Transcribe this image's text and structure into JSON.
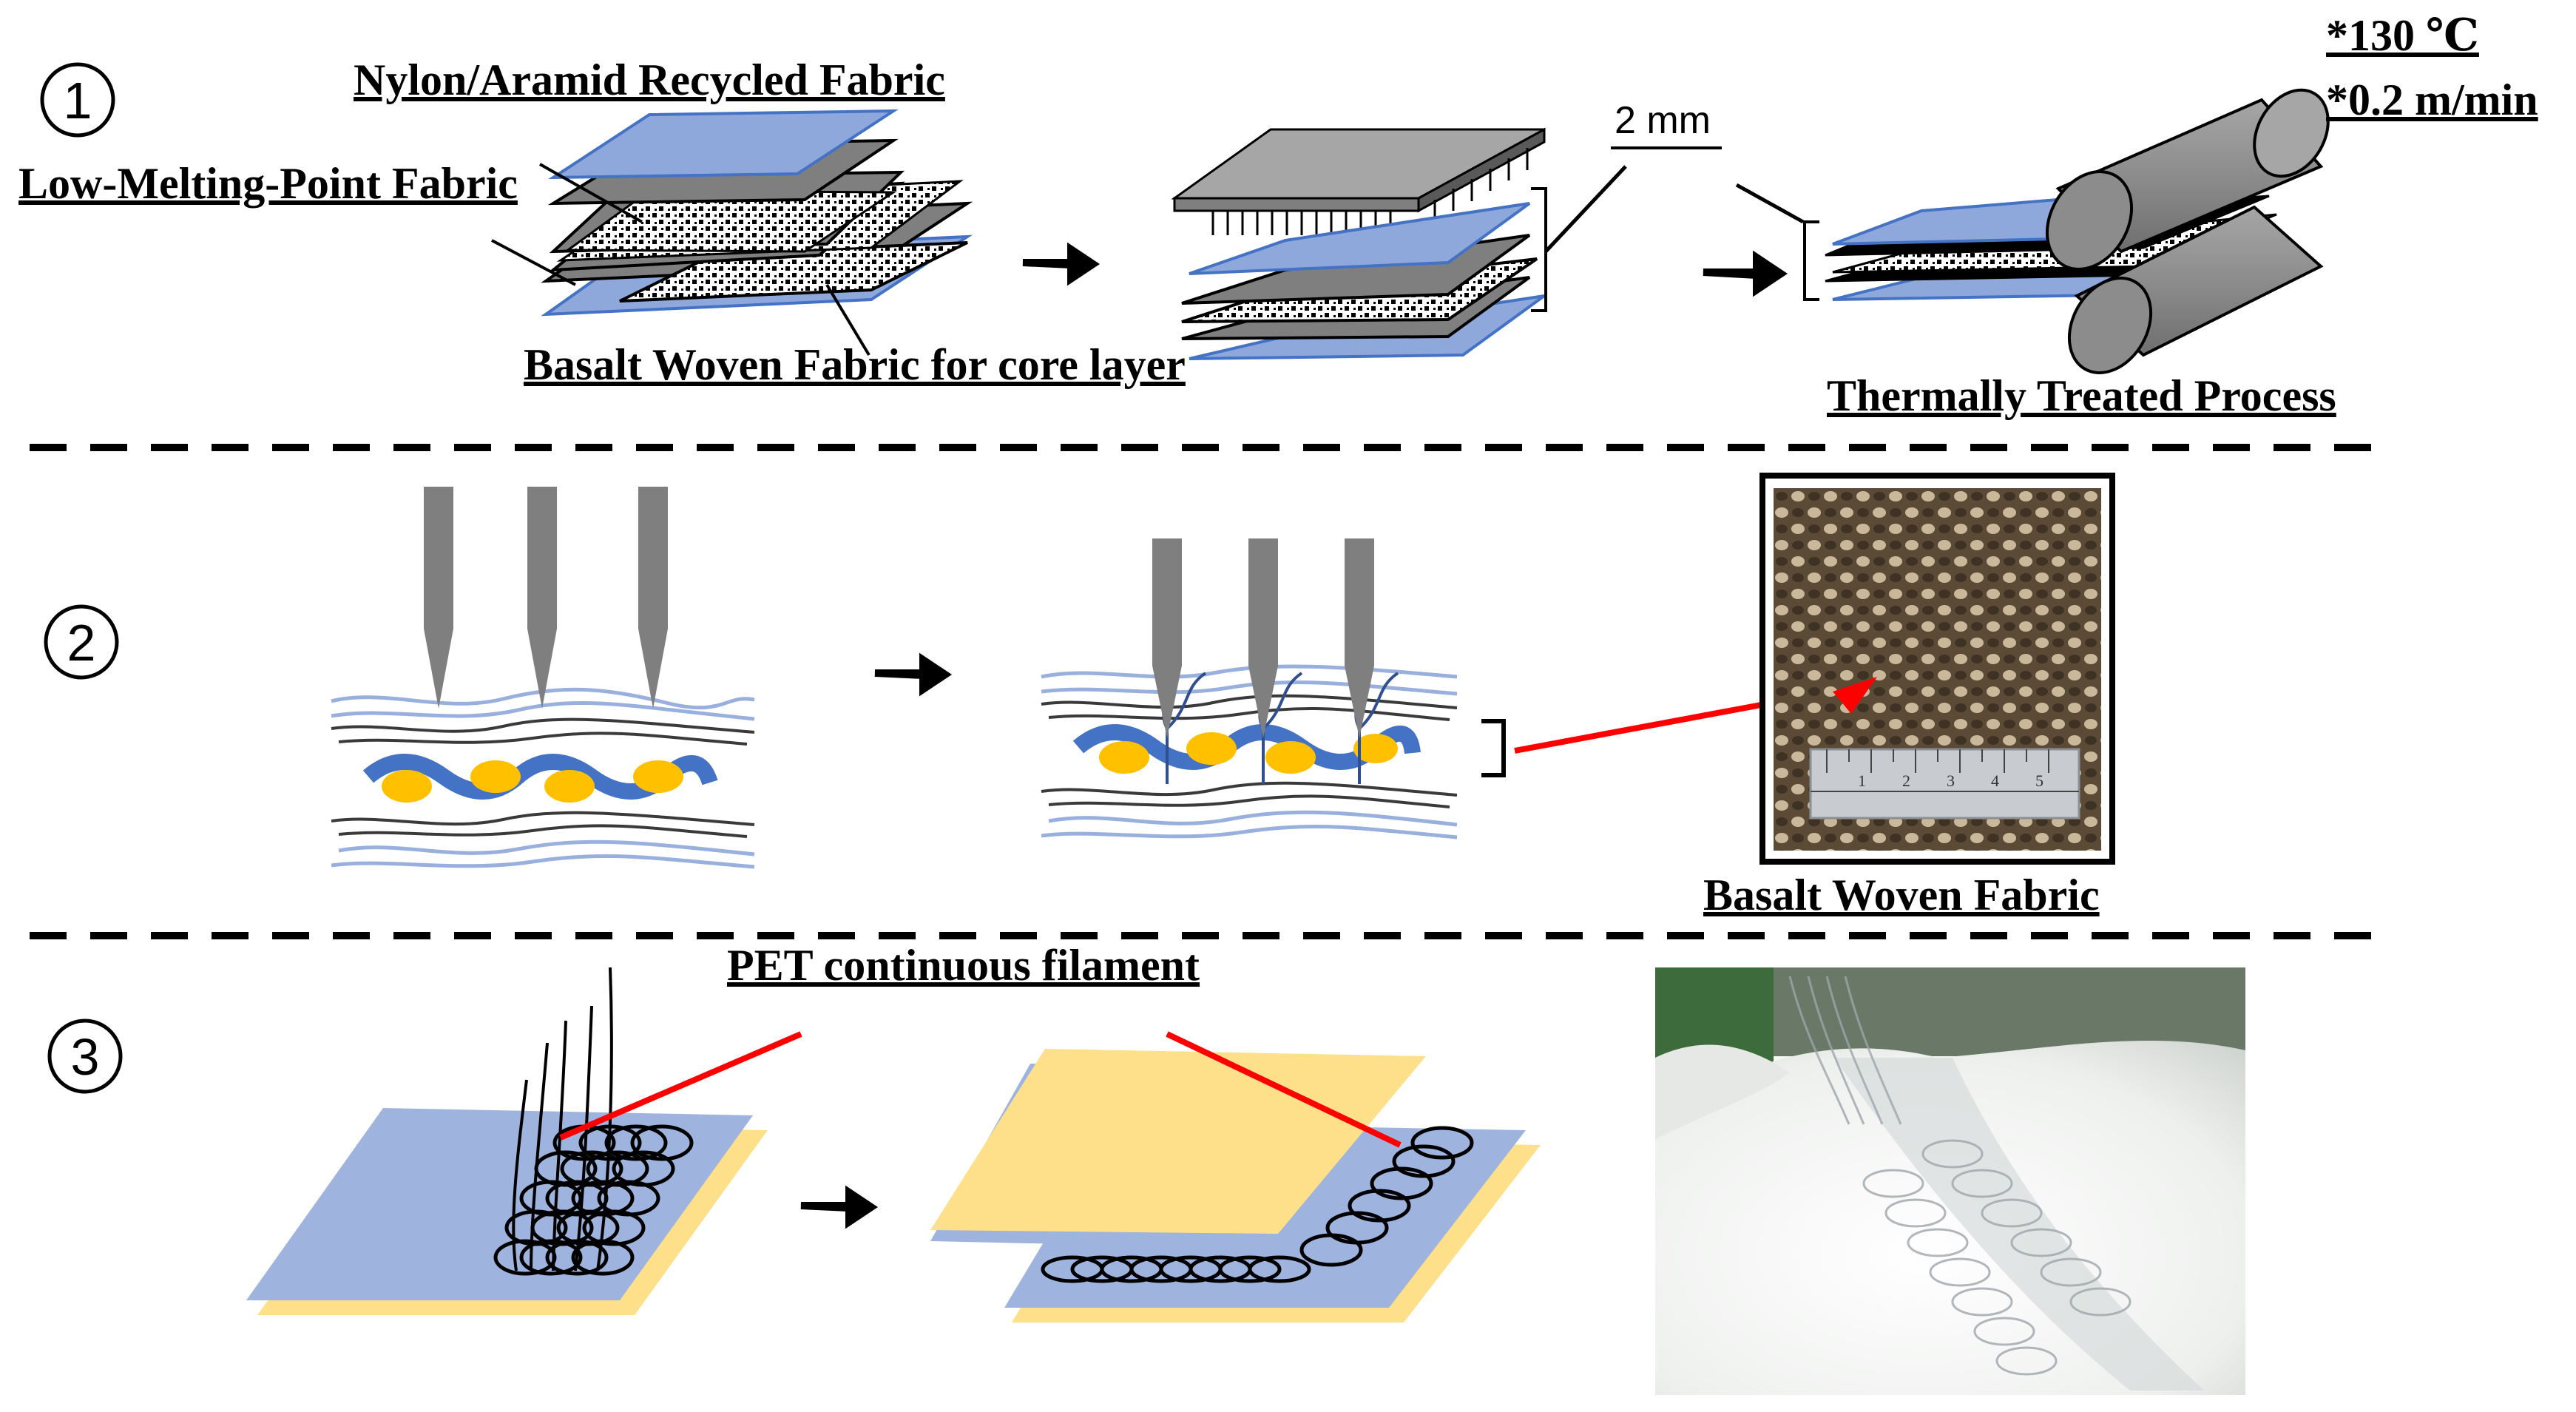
{
  "steps": [
    "1",
    "2",
    "3"
  ],
  "section1": {
    "top_fabric": "Nylon/Aramid Recycled Fabric",
    "lmp_fabric": "Low-Melting-Point Fabric",
    "core_fabric": "Basalt Woven Fabric for core layer",
    "thickness": "2 mm",
    "process": "Thermally Treated Process",
    "temperature": "*130 ℃",
    "speed": "*0.2 m/min"
  },
  "section2": {
    "photo_caption": "Basalt Woven Fabric",
    "ruler_ticks": [
      "1",
      "2",
      "3",
      "4",
      "5"
    ]
  },
  "section3": {
    "filament": "PET continuous filament"
  },
  "colors": {
    "blue_fabric": "#8fa8dc",
    "blue_edge": "#4472c4",
    "yellow_fabric": "#ffe08a",
    "grey": "#7f7f7f",
    "red_pointer": "#ff0000",
    "yarn_blue": "#4472c4",
    "yarn_gold": "#ffc000"
  }
}
